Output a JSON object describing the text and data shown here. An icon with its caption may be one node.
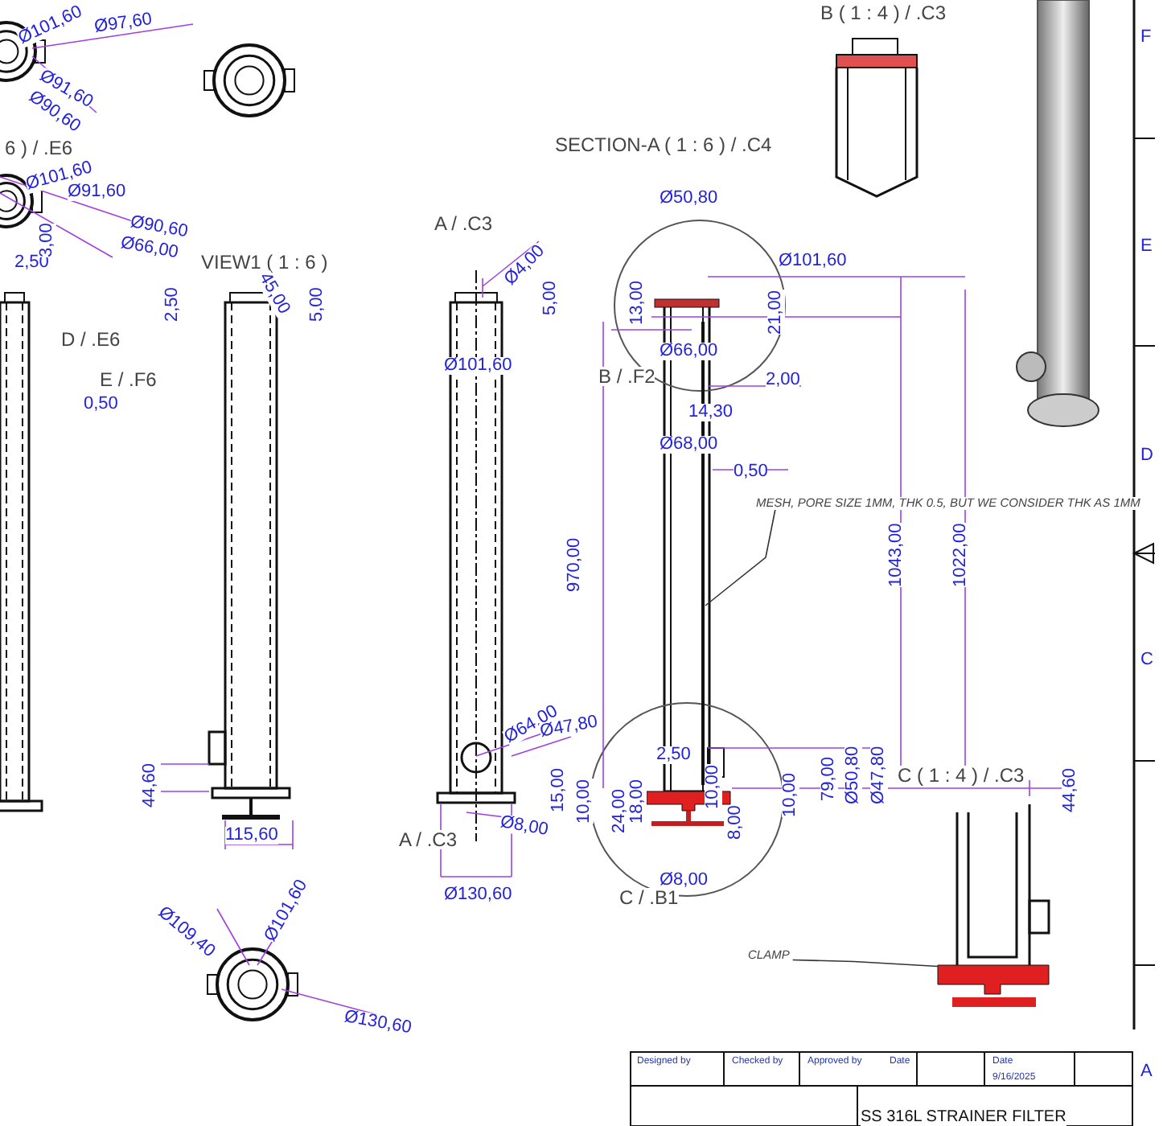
{
  "diagram": {
    "nodes": [
      {
        "text": [
          "MESH, PORE SIZE 1MM, THK 0.5, BUT WE CONSIDER THK AS 1MM"
        ]
      },
      {
        "text": [
          "CLAMP"
        ]
      },
      {
        "text": [],
        "shape": "bar"
      },
      {
        "text": [],
        "shape": "box"
      }
    ],
    "edges": [
      {
        "from": 0,
        "to": 2,
        "arrow": "none"
      },
      {
        "from": 1,
        "to": 3,
        "arrow": "none"
      }
    ],
    "labels": [
      "Ø101,60",
      "Ø97,60",
      "Ø91,60",
      "Ø90,60",
      "B ( 1 : 4 ) / .C3",
      "6 ) / .E6",
      "SECTION-A ( 1 : 6 ) / .C4",
      "Ø101,60",
      "Ø91,60",
      "Ø90,60",
      "Ø66,00",
      "2,50",
      "3,00",
      "2,50",
      "VIEW1 ( 1 : 6 )",
      "45,00",
      "5,00",
      "D / .E6",
      "E / .F6",
      "0,50",
      "A / .C3",
      "Ø4,00",
      "Ø101,60",
      "5,00",
      "Ø50,80",
      "Ø101,60",
      "13,00",
      "21,00",
      "Ø66,00",
      "B / .F2",
      "2,00",
      "14,30",
      "Ø68,00",
      "0,50",
      "970,00",
      "1043,00",
      "1022,00",
      "Ø64,00",
      "Ø47,80",
      "44,60",
      "2,50",
      "15,00",
      "10,00",
      "24,00",
      "18,00",
      "10,00",
      "8,00",
      "10,00",
      "79,00",
      "Ø50,80",
      "Ø47,80",
      "C ( 1 : 4 ) / .C3",
      "44,60",
      "115,60",
      "A / .C3",
      "Ø8,00",
      "Ø130,60",
      "C / .B1",
      "Ø8,00",
      "Ø109,40",
      "Ø101,60",
      "Ø130,60",
      "F",
      "E",
      "D",
      "C",
      "A",
      "Designed by",
      "Checked by",
      "Approved by",
      "Date",
      "Date",
      "9/16/2025",
      "SS 316L STRAINER FILTER"
    ]
  }
}
